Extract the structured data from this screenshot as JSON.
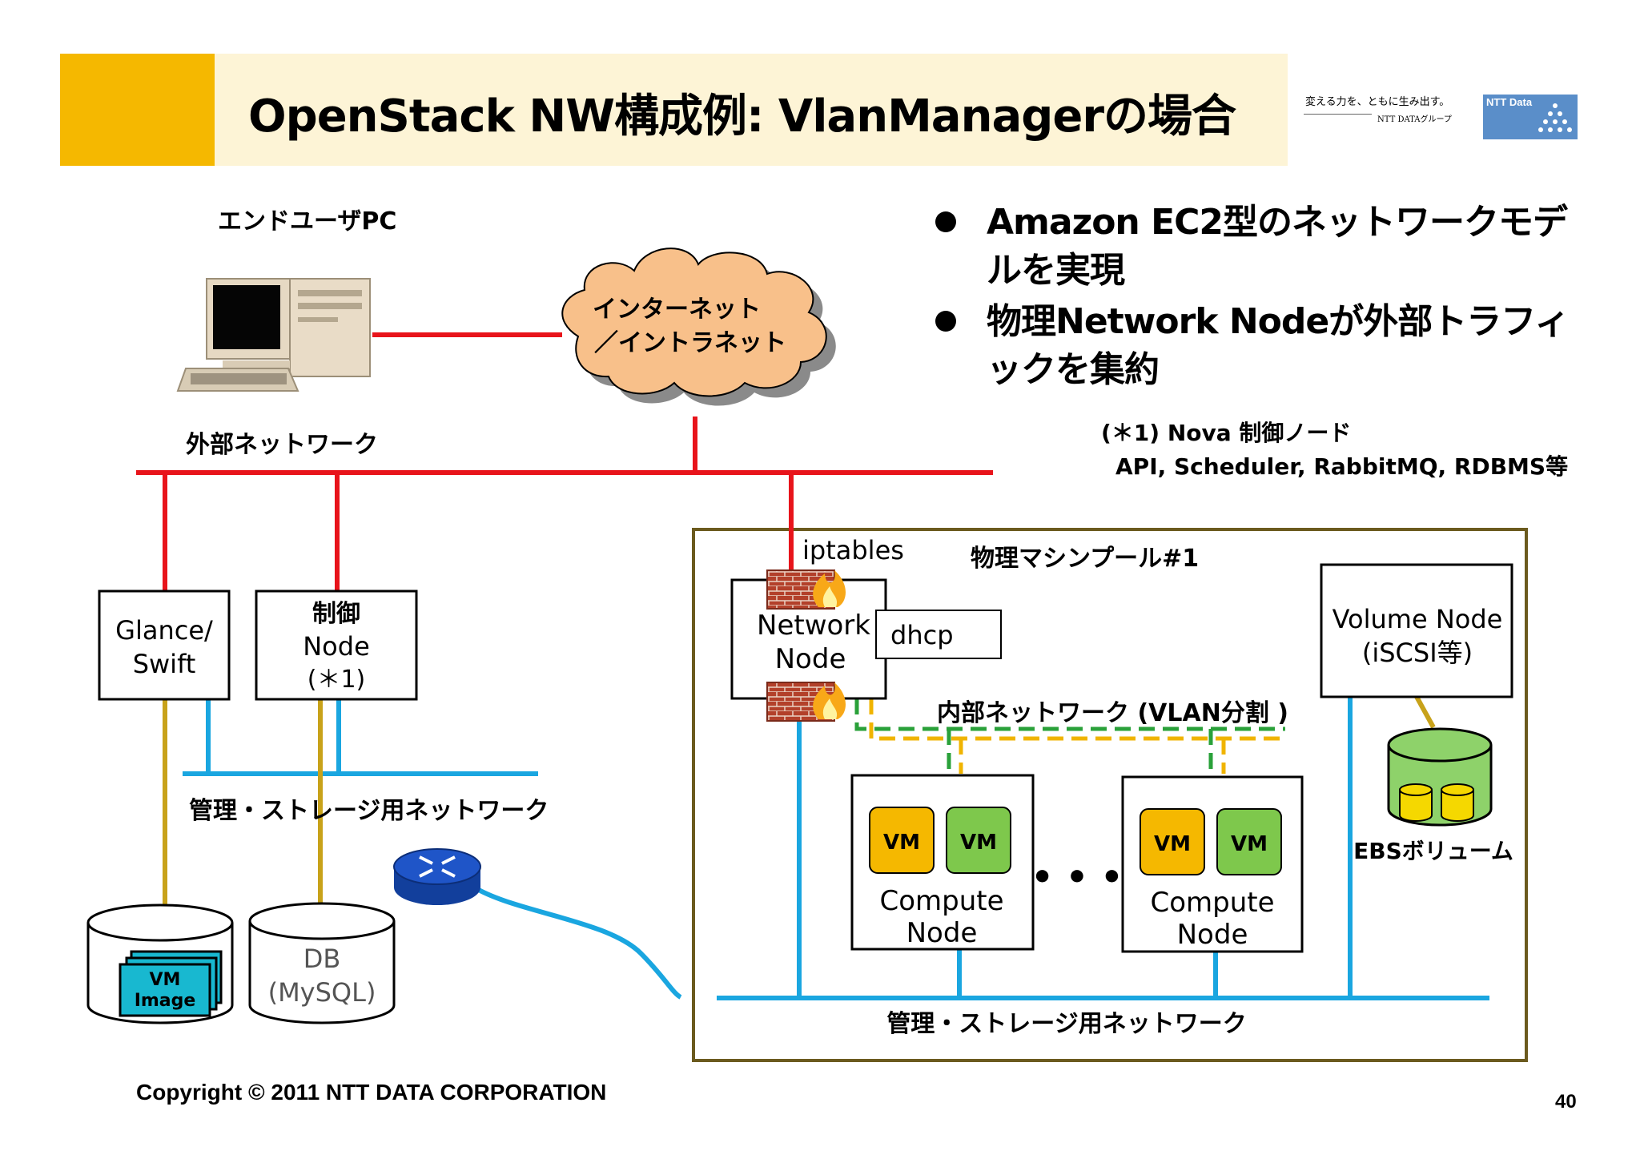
{
  "header": {
    "title": "OpenStack NW構成例: VlanManagerの場合",
    "slogan": "変える力を、ともに生み出す。",
    "slogan_sub": "NTT DATAグループ",
    "logo_text": "NTT Data"
  },
  "bullets": [
    "Amazon EC2型のネットワークモデルを実現",
    "物理Network Nodeが外部トラフィックを集約"
  ],
  "note": {
    "line1": "(＊1) Nova 制御ノード",
    "line2": "API, Scheduler, RabbitMQ, RDBMS等"
  },
  "diagram": {
    "enduser_label": "エンドユーザPC",
    "cloud_line1": "インターネット",
    "cloud_line2": "／イントラネット",
    "external_network": "外部ネットワーク",
    "glance_line1": "Glance/",
    "glance_line2": "Swift",
    "control_line1": "制御",
    "control_line2": "Node",
    "control_line3": "(＊1)",
    "mgmt_network_left": "管理・ストレージ用ネットワーク",
    "vm_image_line1": "VM",
    "vm_image_line2": "Image",
    "db_line1": "DB",
    "db_line2": "(MySQL)",
    "pool_label": "物理マシンプール#1",
    "iptables": "iptables",
    "network_node_line1": "Network",
    "network_node_line2": "Node",
    "dhcp": "dhcp",
    "internal_network": "内部ネットワーク (VLAN分割 )",
    "vm": "VM",
    "compute_line1": "Compute",
    "compute_line2": "Node",
    "ellipsis": "• • •",
    "volume_line1": "Volume Node",
    "volume_line2": "(iSCSI等)",
    "ebs_label": "EBSボリューム",
    "mgmt_network_right": "管理・ストレージ用ネットワーク"
  },
  "colors": {
    "external": "#e8141b",
    "management": "#1aa6e0",
    "storage_link": "#c8a21a",
    "vlan_green": "#2aa13a",
    "vlan_orange": "#f0b400",
    "cloud": "#f8c08a",
    "pool_border": "#6b5a1e",
    "vm_orange": "#f5b800",
    "vm_green": "#7ec84c",
    "ebs": "#8ed26a",
    "router": "#1f55c8"
  },
  "footer": {
    "copyright": "Copyright © 2011 NTT DATA CORPORATION",
    "page": "40"
  }
}
